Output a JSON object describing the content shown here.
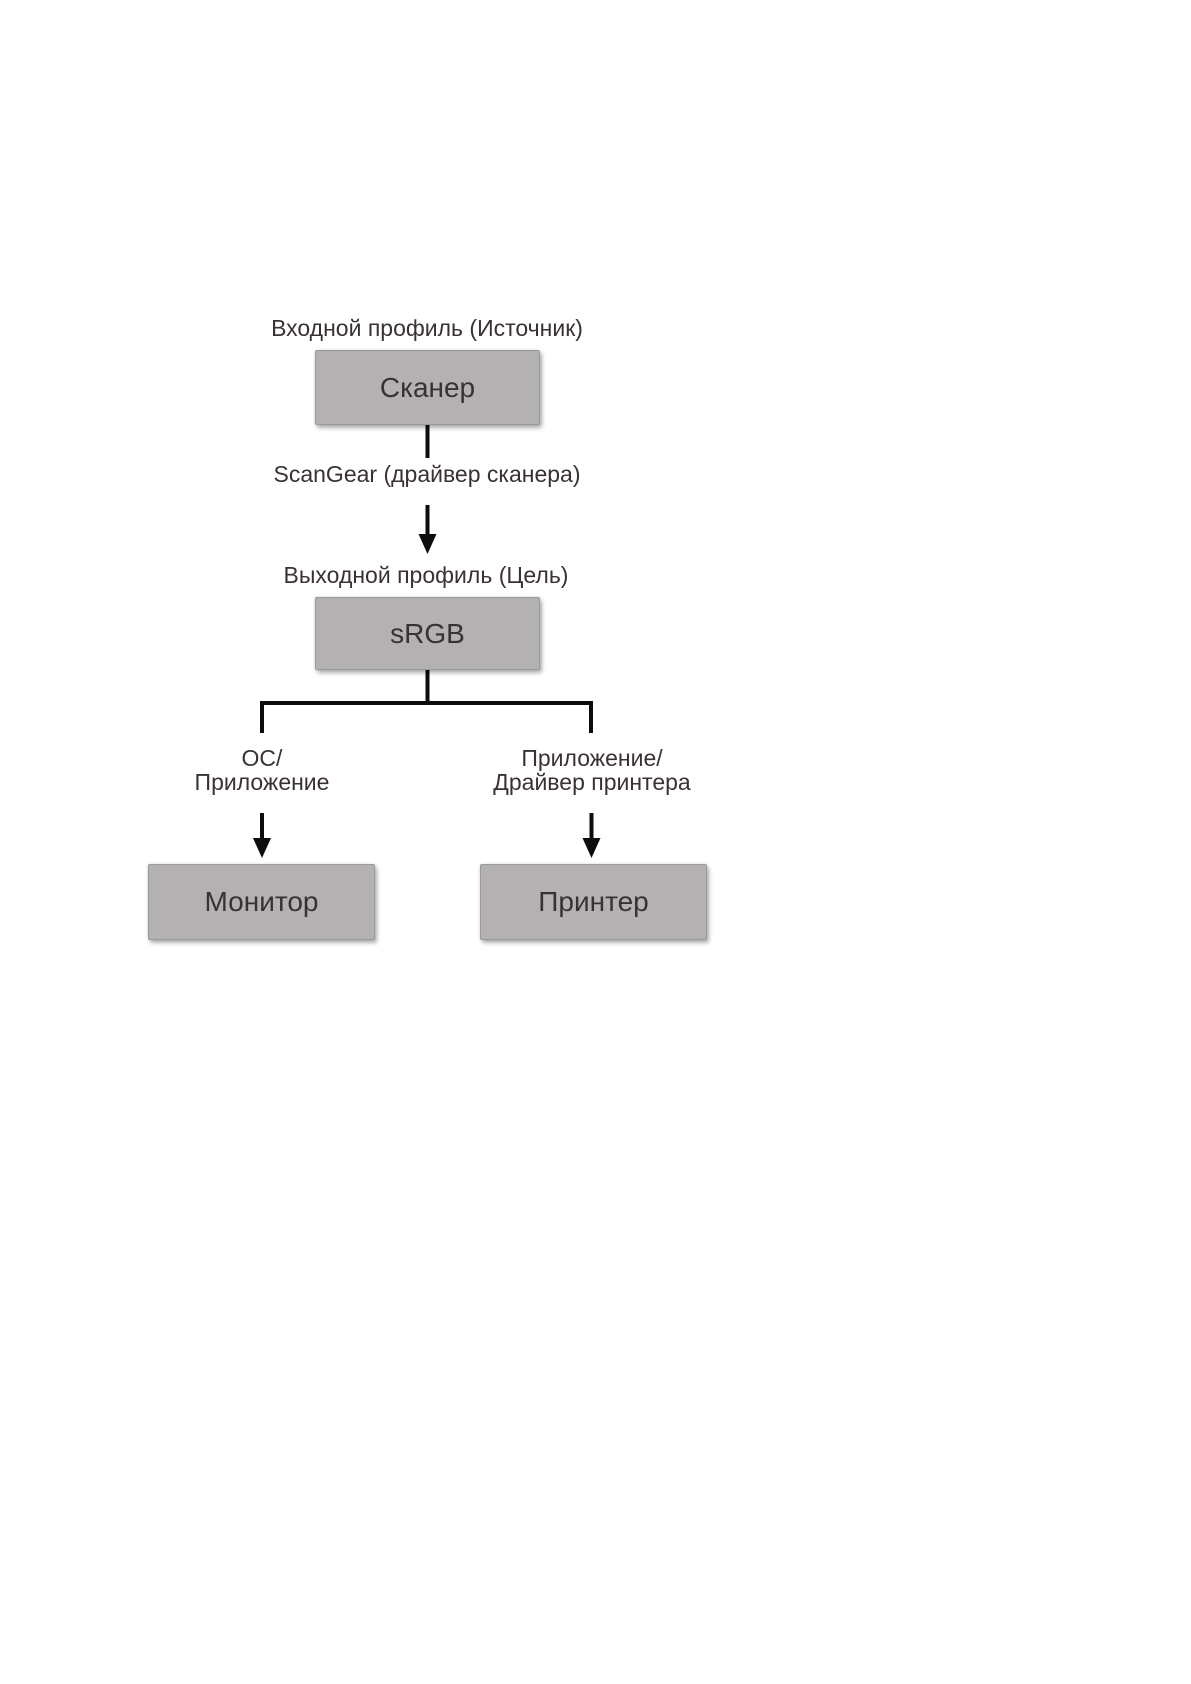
{
  "diagram": {
    "input_profile_label": "Входной профиль (Источник)",
    "scangear_label": "ScanGear (драйвер сканера)",
    "output_profile_label": "Выходной профиль (Цель)",
    "branch_left": {
      "line1": "ОС/",
      "line2": "Приложение"
    },
    "branch_right": {
      "line1": "Приложение/",
      "line2": "Драйвер принтера"
    },
    "nodes": {
      "scanner": "Сканер",
      "srgb": "sRGB",
      "monitor": "Монитор",
      "printer": "Принтер"
    },
    "colors": {
      "box_fill": "#b3b1b1",
      "box_border": "#9b9999",
      "text": "#3a3231",
      "line": "#0d0d0d",
      "page_bg": "#ffffff"
    }
  }
}
